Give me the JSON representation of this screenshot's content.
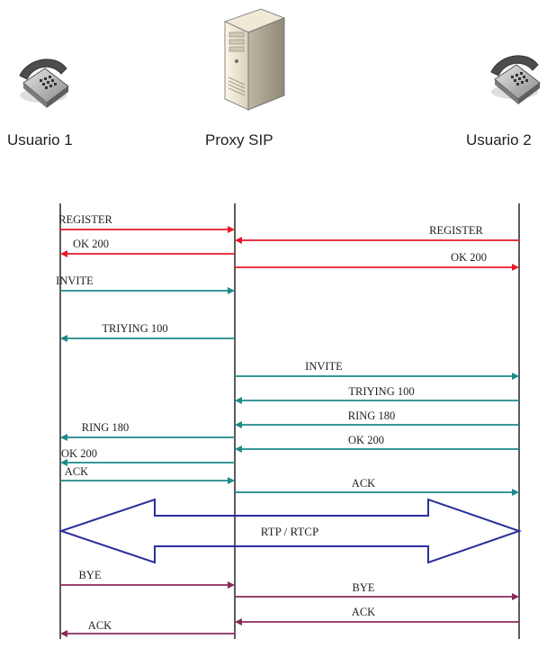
{
  "participants": {
    "left": "Usuario 1",
    "middle": "Proxy SIP",
    "right": "Usuario 2"
  },
  "icons": {
    "left": "telephone-icon",
    "middle": "server-tower-icon",
    "right": "telephone-icon"
  },
  "colors": {
    "register": "#e8182b",
    "invite": "#1b8a8a",
    "rtp": "#2a2f9a",
    "bye": "#8a2a5a",
    "lifeline": "#333333"
  },
  "messages": [
    {
      "id": "m1",
      "label": "REGISTER",
      "from": "left",
      "to": "middle",
      "color": "register"
    },
    {
      "id": "m2",
      "label": "REGISTER",
      "from": "right",
      "to": "middle",
      "color": "register"
    },
    {
      "id": "m3",
      "label": "OK 200",
      "from": "middle",
      "to": "left",
      "color": "register"
    },
    {
      "id": "m4",
      "label": "OK 200",
      "from": "middle",
      "to": "right",
      "color": "register"
    },
    {
      "id": "m5",
      "label": "INVITE",
      "from": "left",
      "to": "middle",
      "color": "invite"
    },
    {
      "id": "m6",
      "label": "TRIYING 100",
      "from": "middle",
      "to": "left",
      "color": "invite"
    },
    {
      "id": "m7",
      "label": "INVITE",
      "from": "middle",
      "to": "right",
      "color": "invite"
    },
    {
      "id": "m8",
      "label": "TRIYING 100",
      "from": "right",
      "to": "middle",
      "color": "invite"
    },
    {
      "id": "m9",
      "label": "RING 180",
      "from": "right",
      "to": "middle",
      "color": "invite"
    },
    {
      "id": "m10",
      "label": "RING 180",
      "from": "middle",
      "to": "left",
      "color": "invite"
    },
    {
      "id": "m11",
      "label": "OK 200",
      "from": "right",
      "to": "middle",
      "color": "invite"
    },
    {
      "id": "m12",
      "label": "OK 200",
      "from": "middle",
      "to": "left",
      "color": "invite"
    },
    {
      "id": "m13",
      "label": "ACK",
      "from": "left",
      "to": "middle",
      "color": "invite"
    },
    {
      "id": "m14",
      "label": "ACK",
      "from": "middle",
      "to": "right",
      "color": "invite"
    },
    {
      "id": "m15",
      "label": "BYE",
      "from": "left",
      "to": "middle",
      "color": "bye"
    },
    {
      "id": "m16",
      "label": "BYE",
      "from": "middle",
      "to": "right",
      "color": "bye"
    },
    {
      "id": "m17",
      "label": "ACK",
      "from": "right",
      "to": "middle",
      "color": "bye"
    },
    {
      "id": "m18",
      "label": "ACK",
      "from": "middle",
      "to": "left",
      "color": "bye"
    }
  ],
  "media": {
    "label": "RTP / RTCP",
    "from": "left",
    "to": "right",
    "color": "rtp"
  }
}
